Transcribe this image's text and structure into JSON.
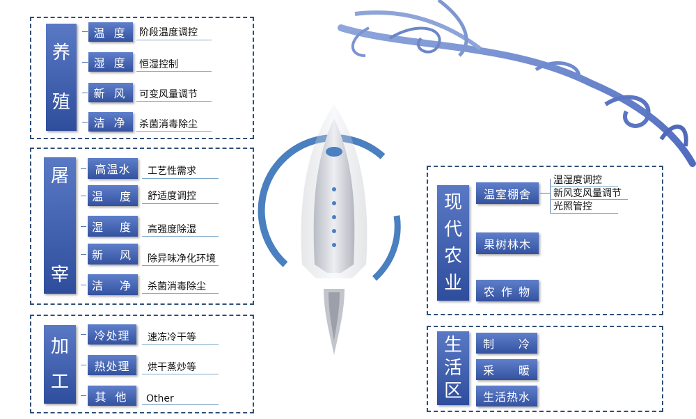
{
  "groups": {
    "yangzhi": {
      "title": [
        "养",
        "殖"
      ],
      "items": [
        {
          "button": "温 度",
          "label": "阶段温度调控"
        },
        {
          "button": "湿 度",
          "label": "恒湿控制"
        },
        {
          "button": "新 风",
          "label": "可变风量调节"
        },
        {
          "button": "洁 净",
          "label": "杀菌消毒除尘"
        }
      ]
    },
    "juzhai": {
      "title": [
        "屠",
        "宰"
      ],
      "items": [
        {
          "button": "高温水",
          "label": "工艺性需求"
        },
        {
          "button": "温　度",
          "label": "舒适度调控"
        },
        {
          "button": "湿　度",
          "label": "高强度除湿"
        },
        {
          "button": "新　风",
          "label": "除异味净化环境"
        },
        {
          "button": "洁　净",
          "label": "杀菌消毒除尘"
        }
      ]
    },
    "jiagong": {
      "title": [
        "加",
        "工"
      ],
      "items": [
        {
          "button": "冷处理",
          "label": "速冻冷干等"
        },
        {
          "button": "热处理",
          "label": "烘干蒸炒等"
        },
        {
          "button": "其 他",
          "label": "Other"
        }
      ]
    },
    "nongye": {
      "title": [
        "现",
        "代",
        "农",
        "业"
      ],
      "items": [
        {
          "button": "温室棚舍",
          "labels": [
            "温湿度调控",
            "新风变风量调节",
            "光照管控"
          ]
        },
        {
          "button": "果树林木"
        },
        {
          "button": "农 作 物"
        }
      ]
    },
    "shenghuo": {
      "title": [
        "生",
        "活",
        "区"
      ],
      "items": [
        {
          "button": "制　　冷"
        },
        {
          "button": "采　　暖"
        },
        {
          "button": "生活热水"
        }
      ]
    }
  },
  "colors": {
    "panel_border": "#2f4f78",
    "button_top": "#5f7fcb",
    "button_bottom": "#34529f",
    "accent_ring": "#4a7fc0"
  }
}
